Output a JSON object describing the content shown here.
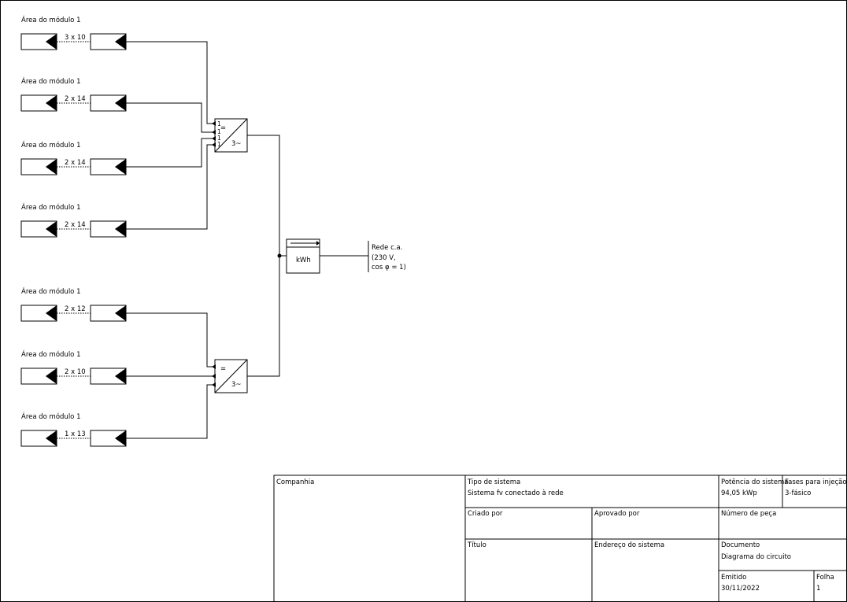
{
  "strings": [
    {
      "area_label": "Área do módulo 1",
      "config": "3 x 10"
    },
    {
      "area_label": "Área do módulo 1",
      "config": "2 x 14"
    },
    {
      "area_label": "Área do módulo 1",
      "config": "2 x 14"
    },
    {
      "area_label": "Área do módulo 1",
      "config": "2 x 14"
    },
    {
      "area_label": "Área do módulo 1",
      "config": "2 x 12"
    },
    {
      "area_label": "Área do módulo 1",
      "config": "2 x 10"
    },
    {
      "area_label": "Área do módulo 1",
      "config": "1 x 13"
    }
  ],
  "inverters": [
    {
      "dc_symbol": "=",
      "ac_symbol": "3~"
    },
    {
      "dc_symbol": "=",
      "ac_symbol": "3~"
    }
  ],
  "meter": {
    "label": "kWh"
  },
  "grid": {
    "line1": "Rede c.a.",
    "line2": "(230 V,",
    "line3": "cos φ = 1)"
  },
  "title_block": {
    "company_label": "Companhia",
    "system_type_label": "Tipo de sistema",
    "system_type_value": "Sistema fv conectado à rede",
    "system_power_label": "Potência do sistema",
    "system_power_value": "94,05 kWp",
    "phases_label": "Fases para injeção",
    "phases_value": "3-fásico",
    "created_by_label": "Criado por",
    "approved_by_label": "Aprovado por",
    "part_number_label": "Número de peça",
    "title_label": "Título",
    "system_address_label": "Endereço do sistema",
    "document_label": "Documento",
    "document_value": "Diagrama do circuito",
    "issued_label": "Emitido",
    "issued_value": "30/11/2022",
    "sheet_label": "Folha",
    "sheet_value": "1"
  }
}
